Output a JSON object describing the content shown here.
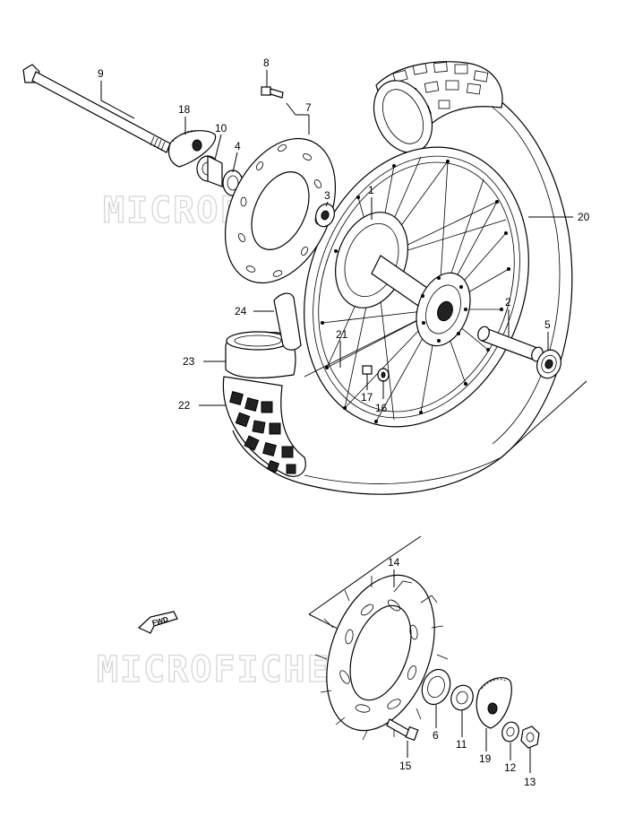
{
  "watermark": "MICROFICHE.NET",
  "fwd_label": "FWD",
  "callouts": {
    "c1": "1",
    "c2": "2",
    "c3": "3",
    "c4": "4",
    "c5": "5",
    "c6": "6",
    "c7": "7",
    "c8": "8",
    "c9": "9",
    "c10": "10",
    "c11": "11",
    "c12": "12",
    "c13": "13",
    "c14": "14",
    "c15": "15",
    "c16": "16",
    "c17": "17",
    "c18": "18",
    "c19": "19",
    "c20": "20",
    "c21": "21",
    "c22": "22",
    "c23": "23",
    "c24": "24"
  }
}
